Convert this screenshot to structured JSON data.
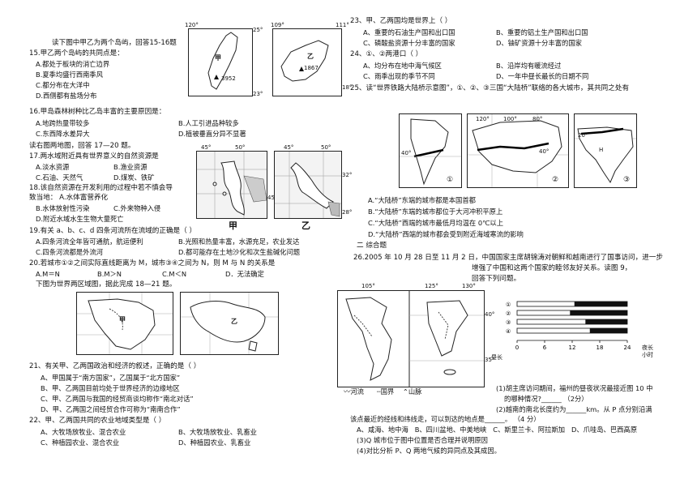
{
  "left": {
    "intro": "读下图中甲乙为两个岛屿，回答15-16题",
    "q15": "15.甲乙两个岛屿的共同点是：",
    "q15_opts": [
      "A.都处于板块的消亡边界",
      "B.夏季均盛行西南季风",
      "C.都分布在大洋中",
      "D.西侧都有盐场分布"
    ],
    "q16": "16.甲岛森林树种比乙岛丰富的主要原因是：",
    "q16_opts": [
      "A.地跨热量带较多",
      "B.人工引进品种较多",
      "C.东西降水差异大",
      "D.植被垂直分异不显著"
    ],
    "intro2": "读右图两地图，回答 17—20 题。",
    "q17": "17.两水域附近具有世界意义的自然资源是",
    "q17_opts": [
      "A.淡水资源",
      "B.渔业资源",
      "C.石油、天然气",
      "D.煤炭、铁矿"
    ],
    "q18a": "18.该自然资源在开发利用的过程中若不慎会导",
    "q18b": "致当地：",
    "q18_opts": [
      "A.水体富营养化",
      "B.水体放射性污染",
      "C.外来物种入侵",
      "D.附近水域水生生物大量死亡"
    ],
    "q19": "19.有关 a、b、c、d 四条河流所在流域的正确是（    ）",
    "q19_opts": [
      "A.四条河流全年皆可通航，航运便利",
      "B.光照和热量丰富，水源充足，农业发达",
      "C.四条河流都是外流河",
      "D.都可能存在土地沙化和次生盐碱化问题"
    ],
    "q20": "20.若城市①②之间实际直线距离为 M，城市③④之间为 N，则 M 与 N 的关系是",
    "q20_opts": [
      "A.M＝N",
      "B.M＞N",
      "C.M＜N",
      "D．无法确定"
    ],
    "intro3": "下图为世界两区域图，据此完成 18—21 题。",
    "q21": "21、有关甲、乙两国政治和经济的叙述，正确的是（    ）",
    "q21_opts": [
      "A、甲国属于“南方国家”，乙国属于“北方国家”",
      "B、甲、乙两国目前均处于世界经济的边缘地区",
      "C、甲、乙两国与我国的经贸商谈均称作“南北对话”",
      "D、甲、乙两国之间经贸合作可称为“南南合作”"
    ],
    "q22": "22、甲、乙两国共同的农业地域类型是（    ）",
    "q22_opts": [
      "A、大牧场放牧业、混合农业",
      "B、大牧场放牧业、乳畜业",
      "C、种植园农业、混合农业",
      "D、种植园农业、乳畜业"
    ]
  },
  "right": {
    "q23": "23、甲、乙两国均是世界上（    ）",
    "q23_opts": [
      "A、重要的石油生产国和出口国",
      "B、重要的铝土生产国和出口国",
      "C、磷酸盐资源十分丰富的国家",
      "D、铀矿资源十分丰富的国家"
    ],
    "q24": "24、①、②两港口（    ）",
    "q24_opts": [
      "A、均分布在地中海气候区",
      "B、沿岸均有暖流经过",
      "C、雨季出现的季节不同",
      "D、一年中昼长最长的日期不同"
    ],
    "q25": "25、读“世界铁路大陆桥示意图”，①、②、③三国“大陆桥”联络的各大城市，其共同之处有",
    "q25_opts": [
      "A.“大陆桥”东端的城市都是本国首都",
      "B.“大陆桥”东端的城市都位于大河冲积平原上",
      "C.“大陆桥”西端的城市最低月均温在 0℃以上",
      "D.“大陆桥”西端的城市都会受到附近海域寒流的影响"
    ],
    "section": "二    综合题",
    "q26a": "26.2005 年 10 月 28 日至 11 月 2 日，中国国家主席胡锦涛对朝鲜和越南进行了国事访问，进一步",
    "q26b": "增强了中国和这两个国家的睦邻友好关系。读图 9，",
    "q26c": "回答下列问题。",
    "sub1a": "(1)胡主席访问期间，福州的昼夜状况最接近图 10 中",
    "sub1b": "的哪种情况?______  （2分）",
    "sub2": "(2)越南的南北长度约为______km。从 P 点分别沿满",
    "sub2b": "该点最近的经线和纬线走，可以到达的地点是______。  （4 分）",
    "sub2_opts": [
      "A、咸海、地中海",
      "B、四川盆地、中美地峡",
      "C、斯里兰卡、阿拉斯加",
      "D、爪哇岛、巴西高原"
    ],
    "sub3": "(3)Q 城市位于图中位置是否合理并说明原因",
    "sub4": "(4)对比分析 P、Q 两地气候的异同点及其成因。"
  },
  "maps": {
    "island_a": {
      "tl": "120°",
      "tr": "25°",
      "br": "23°",
      "name": "甲",
      "peak": "3952"
    },
    "island_b": {
      "tl": "109°",
      "tr": "111°",
      "br": "18°",
      "name": "乙",
      "peak": "1867"
    },
    "sea_a": {
      "d1": "45°",
      "d2": "50°",
      "d3": "45°",
      "name": "甲"
    },
    "sea_b": {
      "d1": "45°",
      "d2": "50°",
      "d3": "32°",
      "d4": "28°",
      "name": "乙"
    },
    "rail1": {
      "lat": "40°",
      "num": "①"
    },
    "rail2": {
      "d1": "120°",
      "d2": "100°",
      "d3": "80°",
      "d4": "40°",
      "num": "②"
    },
    "rail3": {
      "d1": "20°",
      "d2": "H",
      "num": "③"
    },
    "korea": {
      "d1": "105°",
      "d2": "125°",
      "d3": "130°",
      "d4": "40°",
      "d5": "35°",
      "river": "河流",
      "border": "国界",
      "mount": "山脉"
    },
    "world_a": {
      "name": "甲"
    },
    "world_b": {
      "name": "乙"
    }
  },
  "daychart": {
    "rows": [
      "①",
      "②",
      "③",
      "④"
    ],
    "fills": [
      0.52,
      0.48,
      0.62,
      0.66
    ],
    "ticks": [
      "0",
      "6",
      "12",
      "18",
      "24"
    ],
    "ylabel": "昼长",
    "xlabel": "夜长",
    "unit": "小时"
  }
}
